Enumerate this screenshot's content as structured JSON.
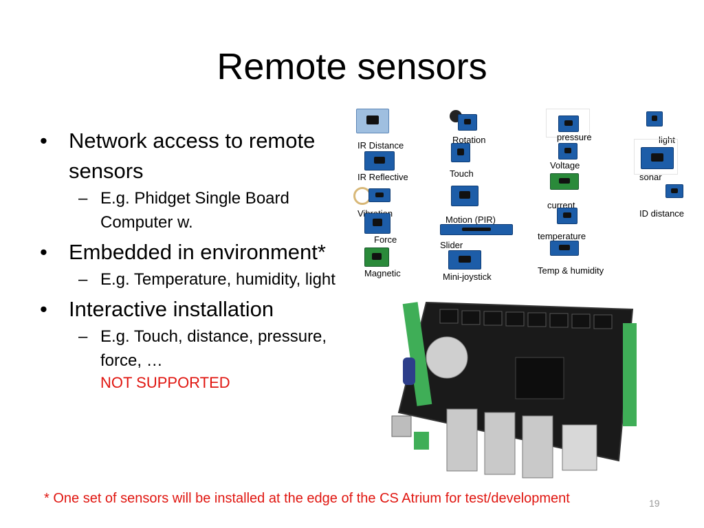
{
  "slide": {
    "title": "Remote sensors",
    "bullets": [
      {
        "text": "Network access to remote sensors",
        "sub": "E.g. Phidget Single Board Computer w."
      },
      {
        "text": "Embedded in environment*",
        "sub": "E.g. Temperature, humidity, light"
      },
      {
        "text": "Interactive installation",
        "sub": "E.g. Touch, distance, pressure, force, …"
      }
    ],
    "note": "NOT SUPPORTED",
    "footnote": "* One set of sensors will be installed at the edge of the CS Atrium for test/development",
    "slide_number": "19"
  },
  "sensors": {
    "ir_distance": "IR Distance",
    "ir_reflective": "IR Reflective",
    "vibration": "Vibration",
    "force": "Force",
    "magnetic": "Magnetic",
    "rotation": "Rotation",
    "touch": "Touch",
    "motion": "Motion (PIR)",
    "slider": "Slider",
    "mini_joystick": "Mini-joystick",
    "pressure": "pressure",
    "voltage": "Voltage",
    "current": "current",
    "temperature": "temperature",
    "temp_humidity": "Temp & humidity",
    "light": "light",
    "sonar": "sonar",
    "id_distance": "ID distance"
  },
  "colors": {
    "accent_red": "#e0150f",
    "board_pcb": "#1a1a1a",
    "terminal_green": "#3fae57",
    "sensor_blue": "#1d5da8"
  }
}
